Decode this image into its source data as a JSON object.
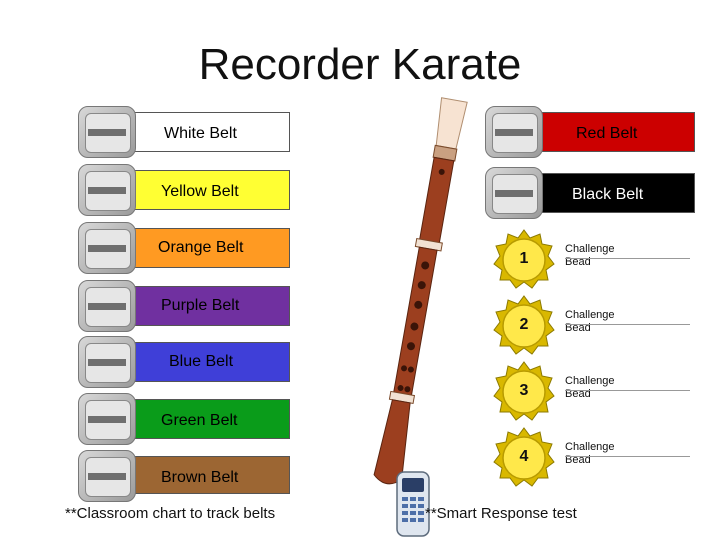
{
  "title": "Recorder Karate",
  "left_belts": [
    {
      "label": "White Belt",
      "color": "#ffffff"
    },
    {
      "label": "Yellow Belt",
      "color": "#ffff33"
    },
    {
      "label": "Orange Belt",
      "color": "#ff9a22"
    },
    {
      "label": "Purple Belt",
      "color": "#7030a0"
    },
    {
      "label": "Blue Belt",
      "color": "#3f3fd8"
    },
    {
      "label": "Green Belt",
      "color": "#0a9c1a"
    },
    {
      "label": "Brown Belt",
      "color": "#9c6633"
    }
  ],
  "right_belts": [
    {
      "label": "Red Belt",
      "color": "#cc0000"
    },
    {
      "label": "Black Belt",
      "color": "#000000"
    }
  ],
  "challenges": [
    {
      "number": "1",
      "label_line1": "Challenge",
      "label_line2": "Bead"
    },
    {
      "number": "2",
      "label_line1": "Challenge",
      "label_line2": "Bead"
    },
    {
      "number": "3",
      "label_line1": "Challenge",
      "label_line2": "Bead"
    },
    {
      "number": "4",
      "label_line1": "Challenge",
      "label_line2": "Bead"
    }
  ],
  "captions": {
    "left": "**Classroom chart to track belts",
    "right": "**Smart Response test"
  },
  "icons": {
    "buckle": "belt-buckle-icon",
    "medal": "gold-medal-icon",
    "recorder": "recorder-instrument-icon",
    "clicker": "response-clicker-icon"
  }
}
